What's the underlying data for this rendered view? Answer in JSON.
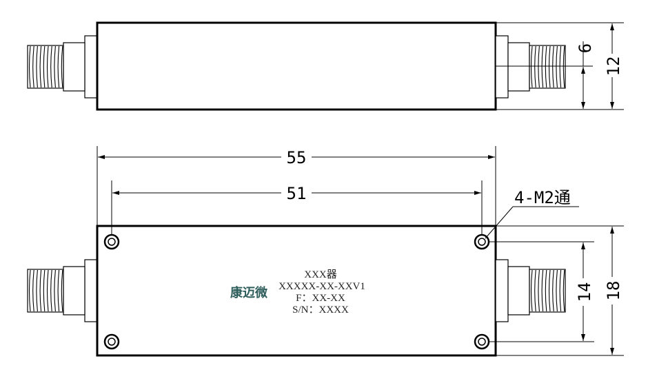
{
  "drawing": {
    "side_view": {
      "dim_height": "12",
      "dim_center": "6"
    },
    "top_view": {
      "dim_length": "55",
      "dim_hole_spacing": "51",
      "hole_callout": "4-M2通",
      "dim_width": "18",
      "dim_hole_width": "14"
    },
    "label": {
      "brand": "康迈微",
      "line1": "XXX器",
      "line2": "XXXXX-XX-XXV1",
      "line3": "F：XX-XX",
      "line4": "S/N：XXXX"
    }
  }
}
